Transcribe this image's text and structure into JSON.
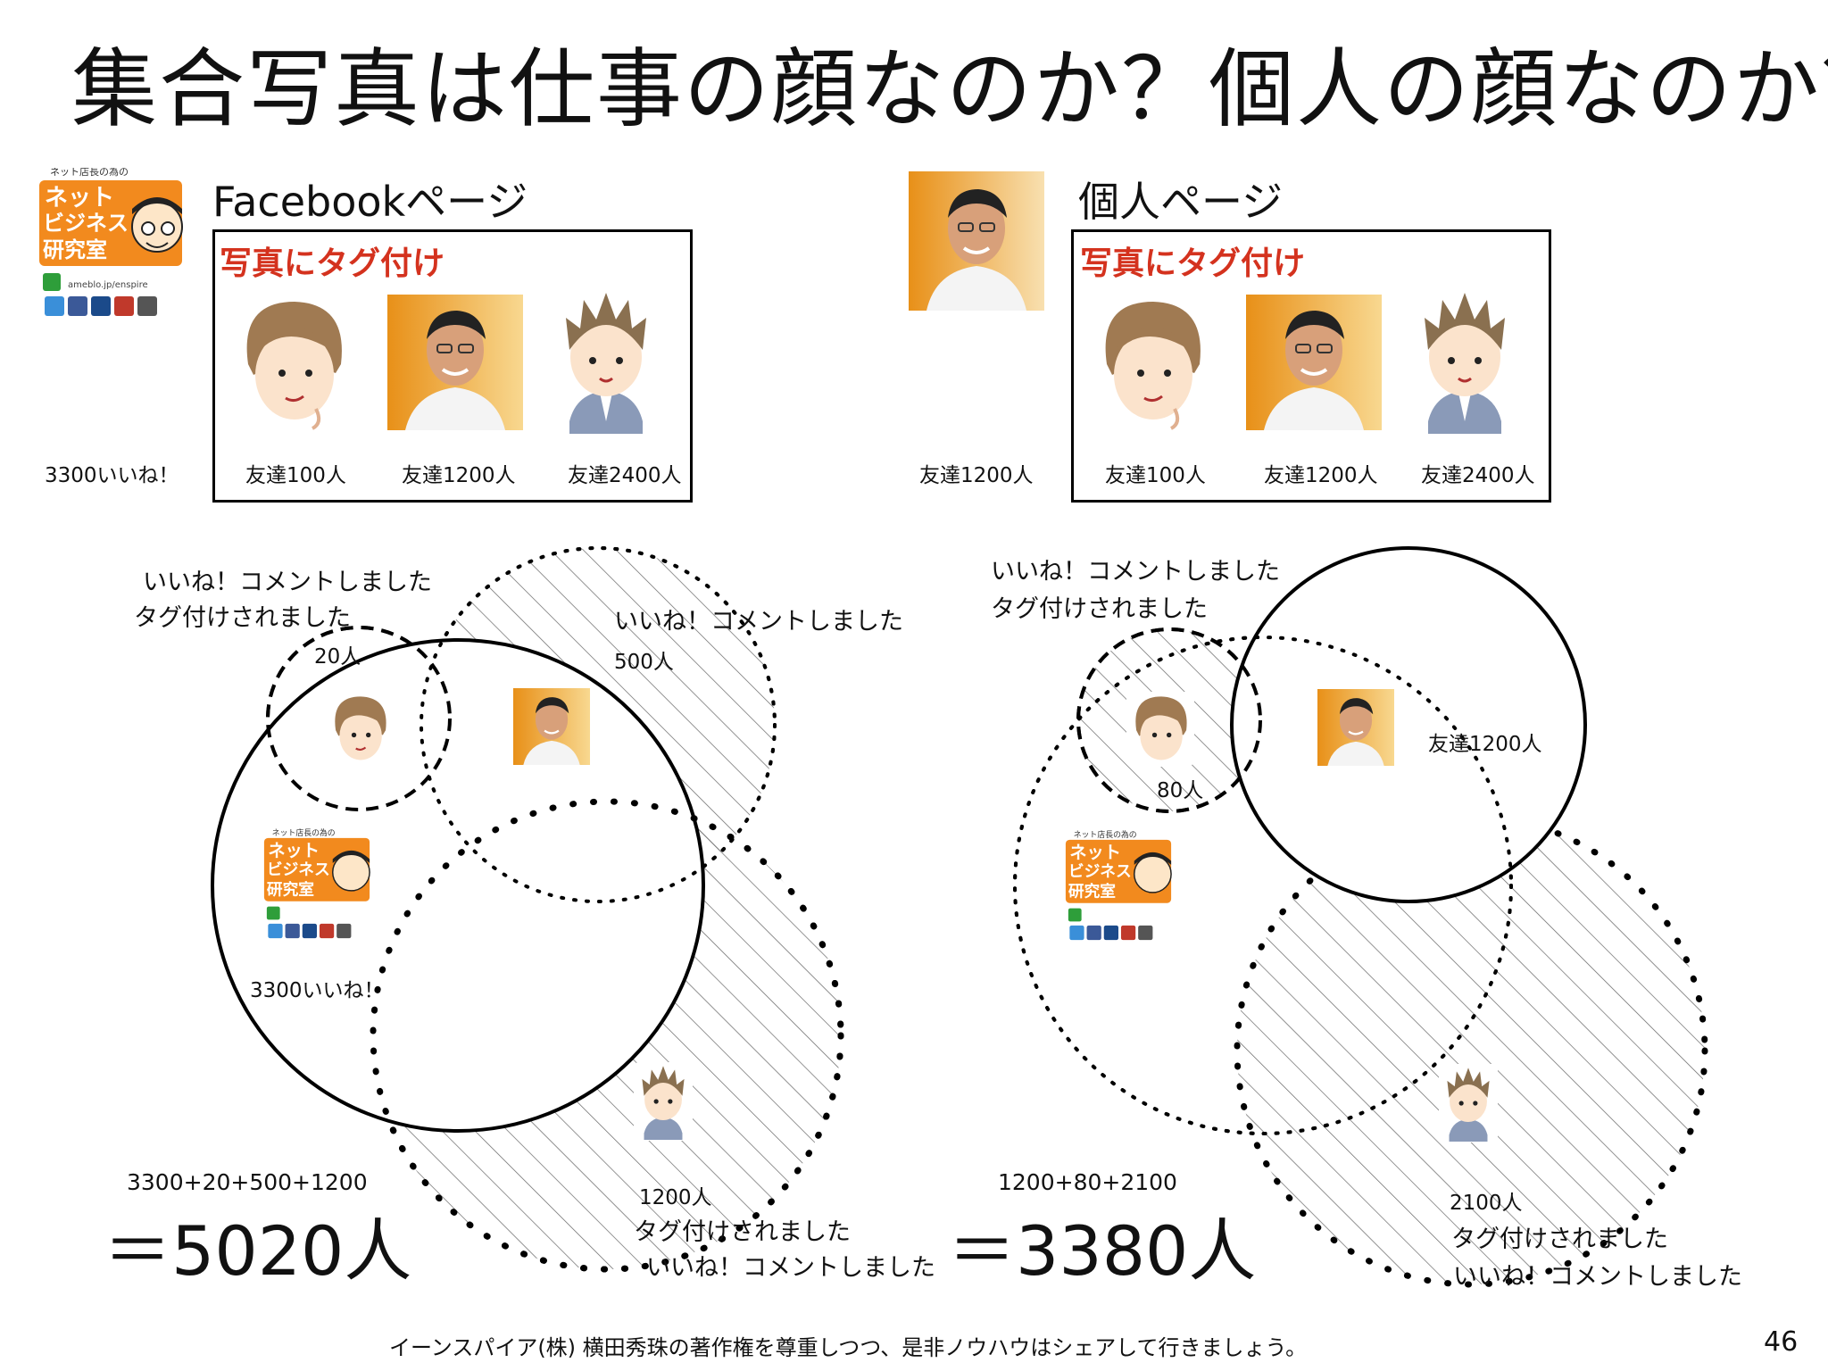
{
  "title": "集合写真は仕事の顔なのか？個人の顔なのか？",
  "left": {
    "page_title": "Facebookページ",
    "tag_label": "写真にタグ付け",
    "friends": [
      "友達100人",
      "友達1200人",
      "友達2400人"
    ],
    "likes": "3300いいね！",
    "top_left_note": [
      "いいね！コメントしました",
      "タグ付けされました"
    ],
    "count_20": "20人",
    "top_right_note": [
      "いいね！コメントしました",
      "500人"
    ],
    "inner_likes": "3300いいね！",
    "bottom_note": [
      "1200人",
      "タグ付けされました",
      "いいね！コメントしました"
    ],
    "equation": "3300+20+500+1200",
    "total": "＝5020人"
  },
  "right": {
    "page_title": "個人ページ",
    "tag_label": "写真にタグ付け",
    "friends": [
      "友達100人",
      "友達1200人",
      "友達2400人"
    ],
    "owner_friends": "友達1200人",
    "top_note": [
      "いいね！コメントしました",
      "タグ付けされました"
    ],
    "count_80": "80人",
    "circle_friends": "友達1200人",
    "bottom_note": [
      "2100人",
      "タグ付けされました",
      "いいね！コメントしました"
    ],
    "equation": "1200+80+2100",
    "total": "＝3380人"
  },
  "logo_text": "ネット店長の為の ネットビジネス研究室",
  "footer": "イーンスパイア(株) 横田秀珠の著作権を尊重しつつ、是非ノウハウはシェアして行きましょう。",
  "page_number": "46"
}
